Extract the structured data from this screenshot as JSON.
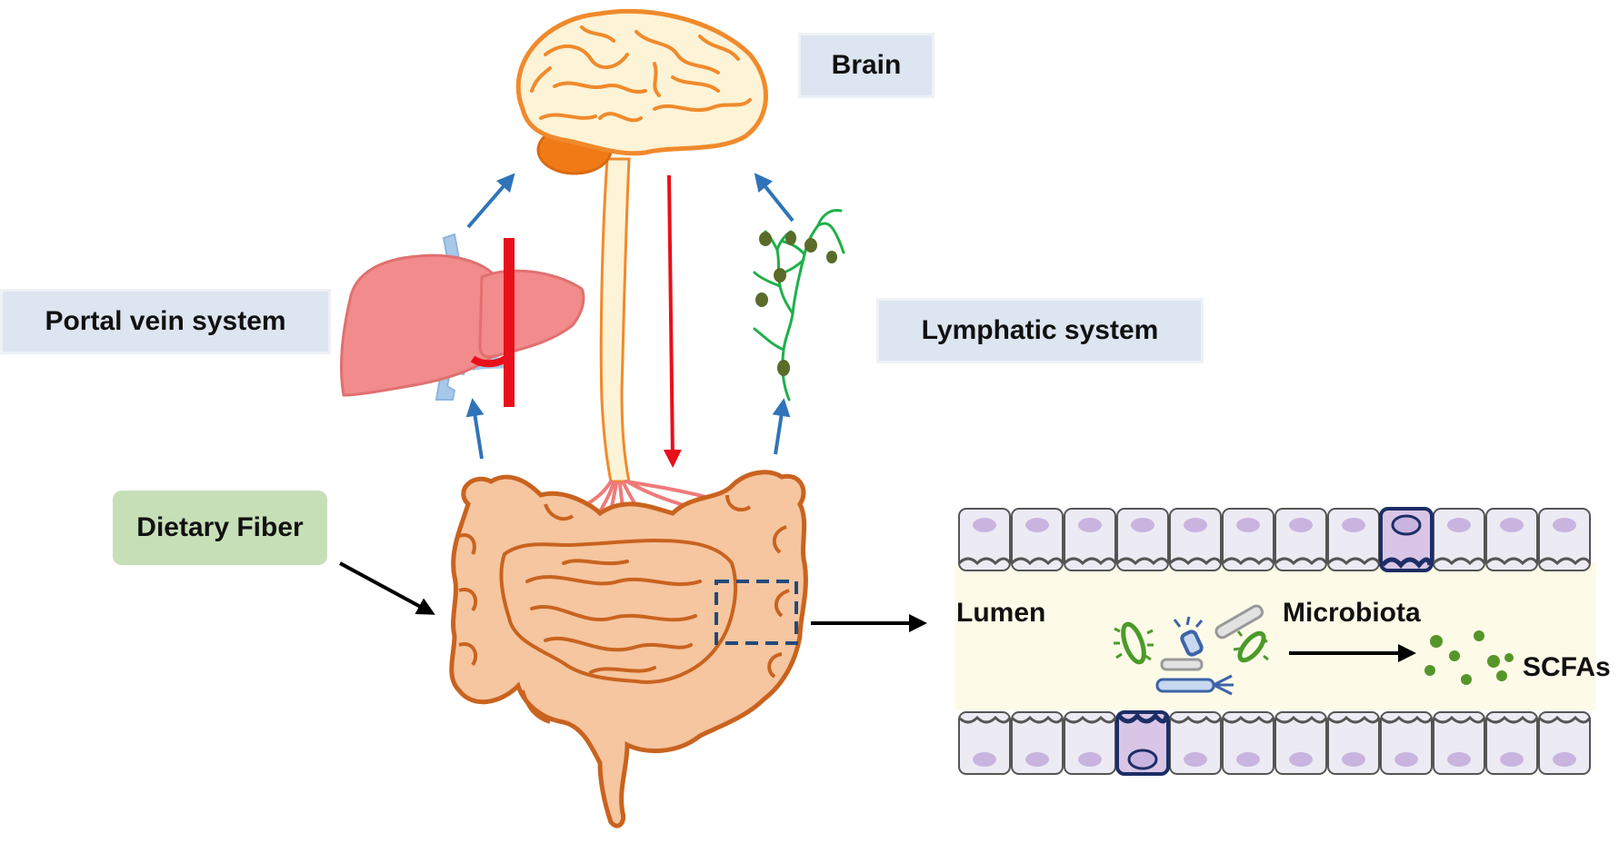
{
  "labels": {
    "brain": "Brain",
    "portal_vein_system": "Portal vein system",
    "lymphatic_system": "Lymphatic system",
    "dietary_fiber": "Dietary Fiber",
    "lumen": "Lumen",
    "microbiota": "Microbiota",
    "scfas": "SCFAs"
  },
  "colors": {
    "label_box_blue": "#dde5f0",
    "label_box_green": "#c7dfb7",
    "brain_fill": "#fdf3d6",
    "brain_outline": "#f08a2c",
    "cerebellum": "#f07a16",
    "liver": "#f28b8b",
    "blood_red": "#e8101a",
    "vein_blue": "#a8c8ea",
    "lymph_green": "#1db04a",
    "node_olive": "#5a6b2a",
    "intestine_fill": "#f5c6a0",
    "intestine_outline": "#c9631f",
    "arrow_blue": "#2f74b8",
    "nerve_pink": "#ef7a7a",
    "lumen_fill": "#fdfbe8",
    "cell_fill": "#ecebf4",
    "cell_nucleus": "#c9b4e0",
    "goblet_cell": "#1d2e66",
    "bacteria_green": "#4c9a2a",
    "scfa_green": "#55962a"
  }
}
